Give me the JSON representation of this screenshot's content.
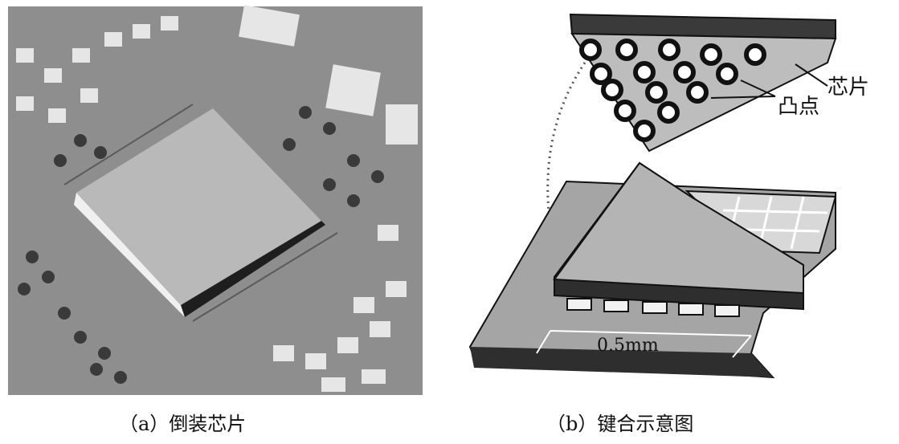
{
  "figure_a": {
    "caption": "（a）倒装芯片"
  },
  "figure_b": {
    "caption": "（b）键合示意图",
    "labels": {
      "chip": "芯片",
      "bump": "凸点",
      "pitch": "0.5mm"
    }
  }
}
